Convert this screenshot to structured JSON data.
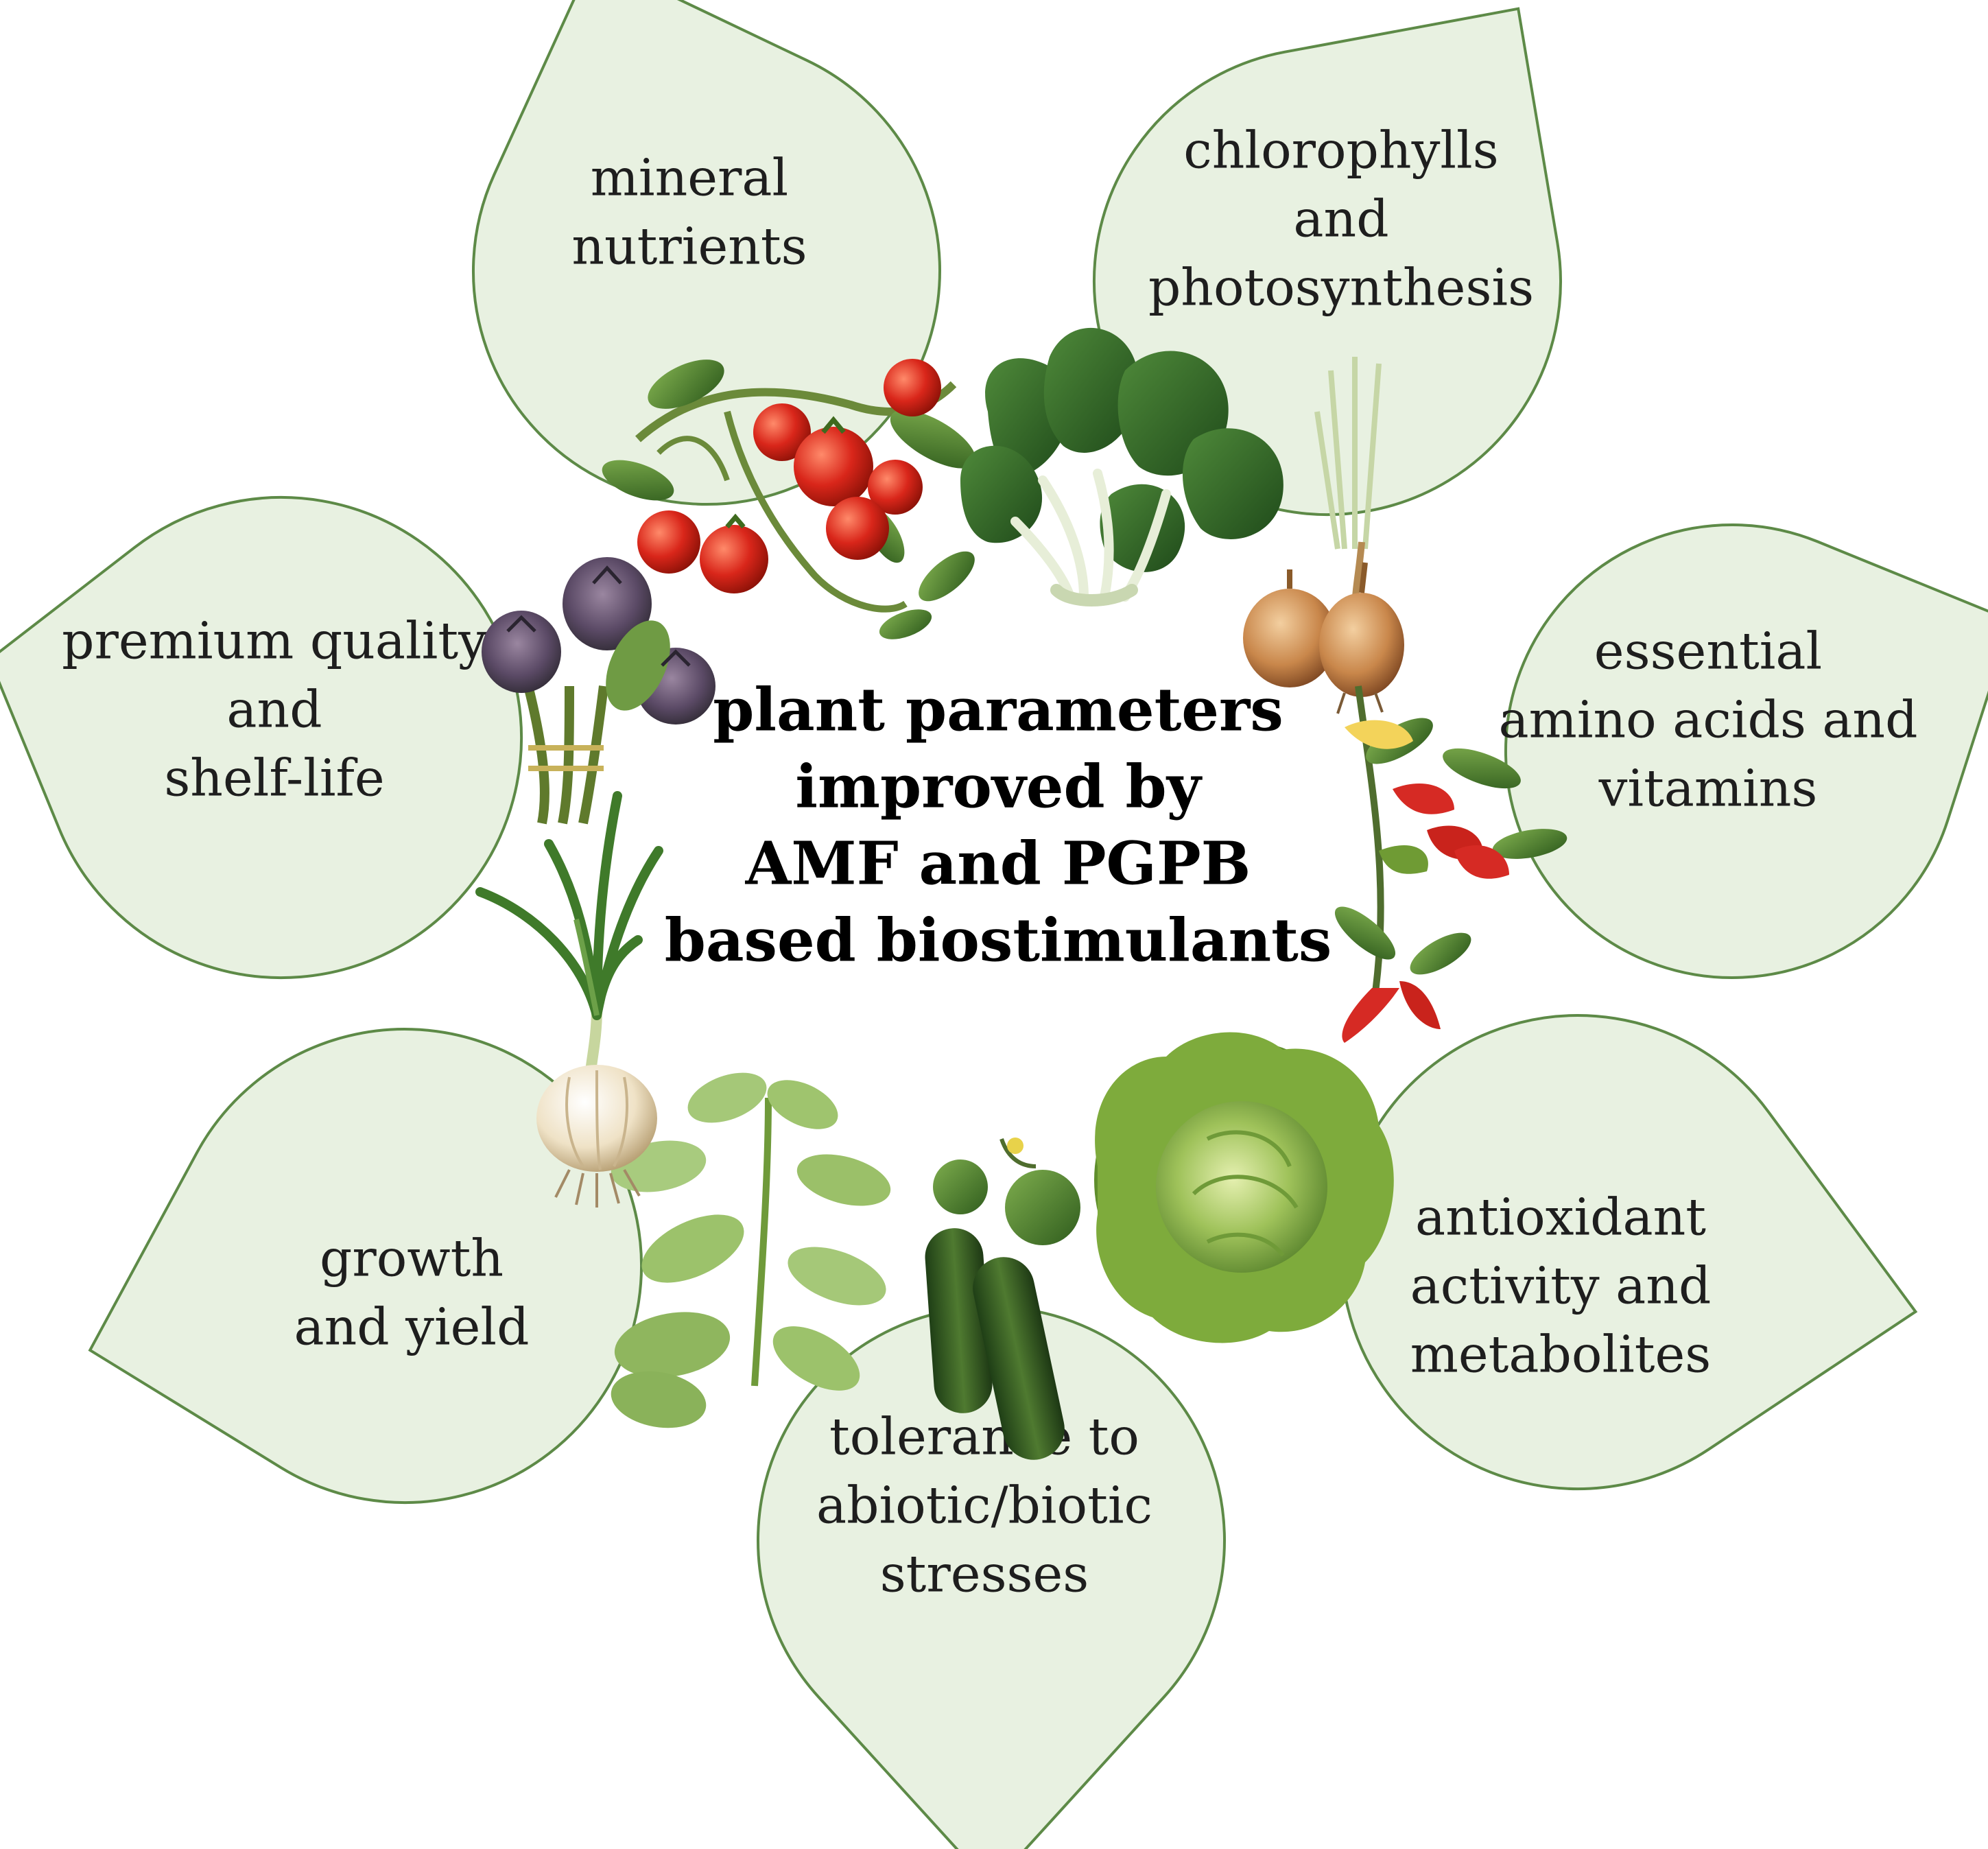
{
  "center": {
    "lines": [
      "plant parameters",
      "improved by",
      "AMF and PGPB",
      "based biostimulants"
    ]
  },
  "petals": [
    {
      "id": "mineral-nutrients",
      "lines": [
        "mineral",
        "nutrients"
      ]
    },
    {
      "id": "chlorophylls",
      "lines": [
        "chlorophylls",
        "and",
        "photosynthesis"
      ]
    },
    {
      "id": "amino-acids",
      "lines": [
        "essential",
        "amino acids and",
        "vitamins"
      ]
    },
    {
      "id": "antioxidant",
      "lines": [
        "antioxidant",
        "activity and",
        "metabolites"
      ]
    },
    {
      "id": "tolerance",
      "lines": [
        "tolerance to",
        "abiotic/biotic",
        "stresses"
      ]
    },
    {
      "id": "growth",
      "lines": [
        "growth",
        "and yield"
      ]
    },
    {
      "id": "quality",
      "lines": [
        "premium quality",
        "and",
        "shelf-life"
      ]
    }
  ],
  "vegetables": [
    "tomato",
    "spinach",
    "onion",
    "pepper",
    "lettuce",
    "cucumber",
    "basil",
    "garlic",
    "leek",
    "artichoke"
  ],
  "colors": {
    "petal_fill": "#e8f1e1",
    "petal_stroke": "#5d8a47",
    "text": "#1e1e1e"
  }
}
